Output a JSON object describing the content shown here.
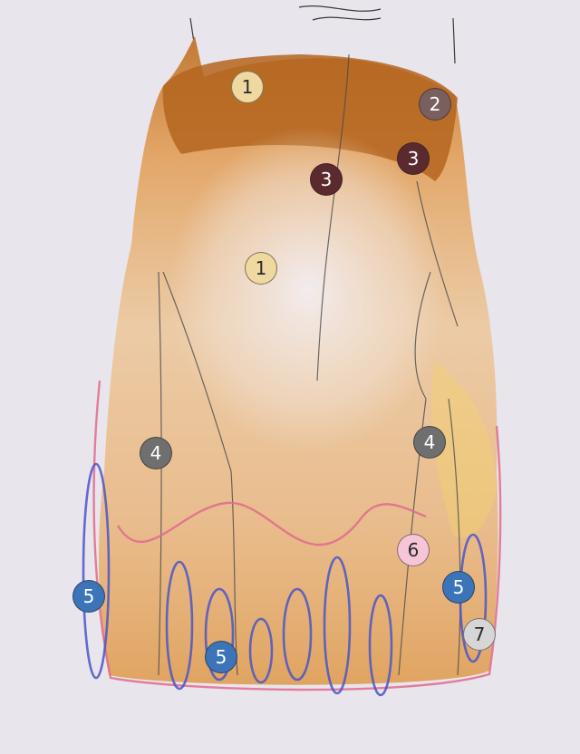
{
  "markers": [
    {
      "label": "1",
      "color": "#efd9a0",
      "text_color": "#2a2a2a"
    },
    {
      "label": "2",
      "color": "#7a5f5f",
      "text_color": "#ffffff"
    },
    {
      "label": "3",
      "color": "#5a2a2f",
      "text_color": "#ffffff"
    },
    {
      "label": "3",
      "color": "#5a2a2f",
      "text_color": "#ffffff"
    },
    {
      "label": "1",
      "color": "#efd9a0",
      "text_color": "#2a2a2a"
    },
    {
      "label": "4",
      "color": "#6f6f6f",
      "text_color": "#ffffff"
    },
    {
      "label": "4",
      "color": "#6f6f6f",
      "text_color": "#ffffff"
    },
    {
      "label": "6",
      "color": "#f6c6d8",
      "text_color": "#2a2a2a"
    },
    {
      "label": "5",
      "color": "#3b74b8",
      "text_color": "#ffffff"
    },
    {
      "label": "5",
      "color": "#3b74b8",
      "text_color": "#ffffff"
    },
    {
      "label": "7",
      "color": "#d6d6d6",
      "text_color": "#2a2a2a"
    },
    {
      "label": "5",
      "color": "#3b74b8",
      "text_color": "#ffffff"
    }
  ],
  "colors": {
    "paper": "#e9e5ec",
    "fur_dark": "#b86a25",
    "fur_light": "#e9b883",
    "pink_line": "#e06b8e",
    "blue_line": "#4a55c9",
    "pencil": "#4a4a4a"
  }
}
